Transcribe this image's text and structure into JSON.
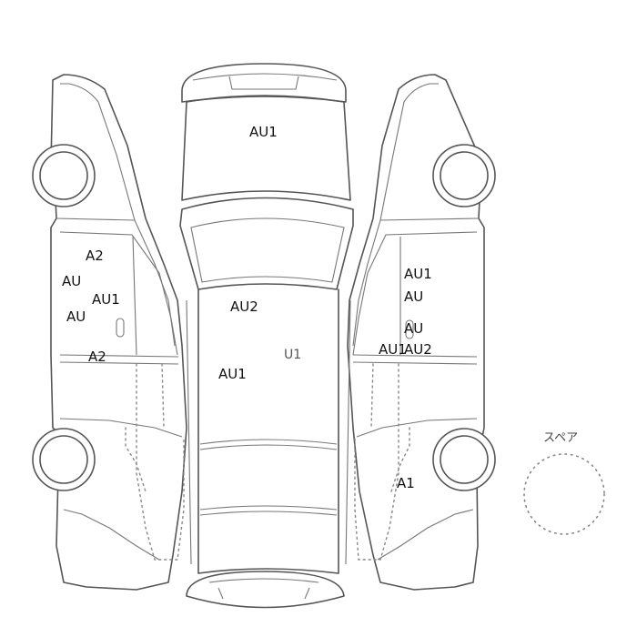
{
  "spare_label": "スペア",
  "marks": [
    {
      "id": "roof",
      "text": "AU1"
    },
    {
      "id": "left-1",
      "text": "A2"
    },
    {
      "id": "left-2",
      "text": "AU"
    },
    {
      "id": "left-3",
      "text": "AU1"
    },
    {
      "id": "left-4",
      "text": "AU"
    },
    {
      "id": "left-5",
      "text": "A2"
    },
    {
      "id": "center-1",
      "text": "AU2"
    },
    {
      "id": "center-2",
      "text": "U1"
    },
    {
      "id": "center-3",
      "text": "AU1"
    },
    {
      "id": "right-1",
      "text": "AU1"
    },
    {
      "id": "right-2",
      "text": "AU"
    },
    {
      "id": "right-3",
      "text": "AU"
    },
    {
      "id": "right-4",
      "text": "AU1"
    },
    {
      "id": "right-5",
      "text": "AU2"
    },
    {
      "id": "right-6",
      "text": "A1"
    }
  ]
}
